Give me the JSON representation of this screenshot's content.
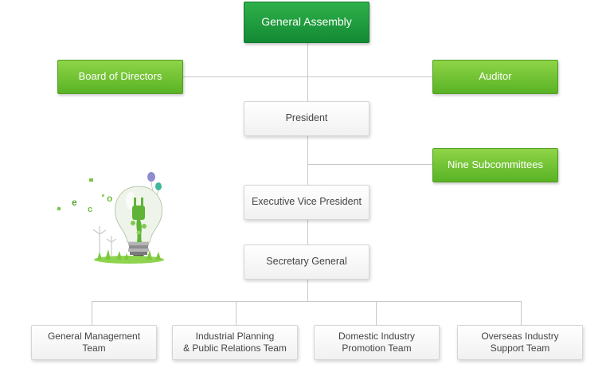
{
  "org_chart": {
    "general_assembly": "General Assembly",
    "board_of_directors": "Board of Directors",
    "auditor": "Auditor",
    "president": "President",
    "nine_subcommittees": "Nine Subcommittees",
    "executive_vice_president": "Executive Vice President",
    "secretary_general": "Secretary General",
    "teams": [
      {
        "line1": "General Management",
        "line2": "Team"
      },
      {
        "line1": "Industrial Planning",
        "line2": "& Public Relations Team"
      },
      {
        "line1": "Domestic Industry",
        "line2": "Promotion Team"
      },
      {
        "line1": "Overseas Industry",
        "line2": "Support Team"
      }
    ]
  },
  "illustration": {
    "letters": [
      "e",
      "c",
      "o"
    ],
    "icon": "eco-lightbulb-plug-icon"
  },
  "colors": {
    "dark_green": "#1a9a3c",
    "lime_green": "#6cc22f",
    "connector": "#c8c8c8"
  }
}
